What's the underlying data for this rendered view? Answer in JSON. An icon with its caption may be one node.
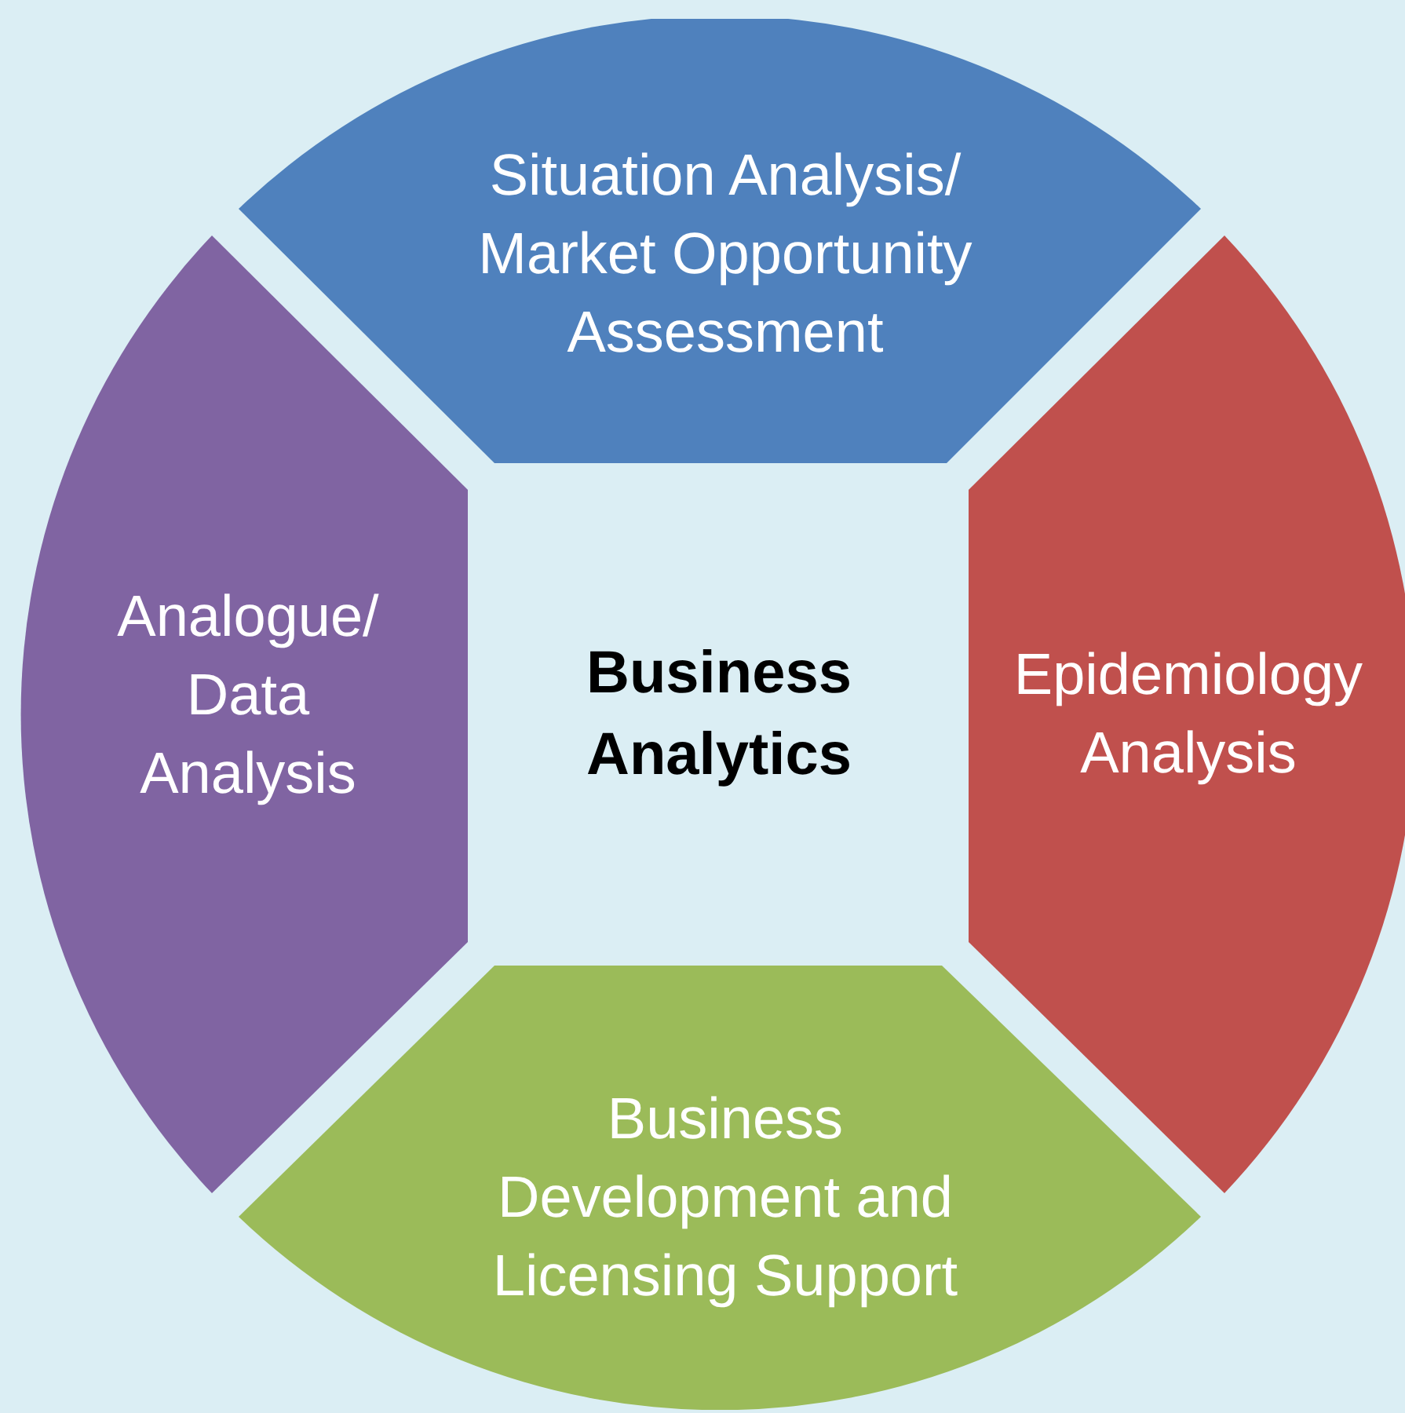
{
  "diagram": {
    "nodes": [
      {
        "text": [
          "Situation Analysis/ Market Opportunity Assessment"
        ]
      },
      {
        "text": [
          "Analogue/ Data Analysis"
        ]
      },
      {
        "text": [
          "Epidemiology Analysis"
        ]
      },
      {
        "text": [
          "Business Development and Licensing Support"
        ]
      }
    ],
    "labels": [
      "Business Analytics"
    ]
  }
}
